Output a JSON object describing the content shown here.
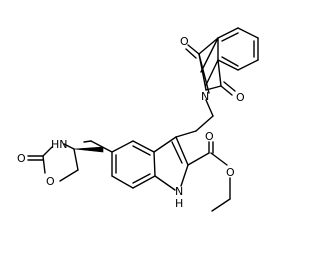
{
  "diagram": {
    "type": "chemical-structure",
    "atom_labels": {
      "imide_o_top": "O",
      "imide_o_bottom": "O",
      "imide_n": "N",
      "oxaz_nh": "HN",
      "oxaz_o_carbonyl": "O",
      "oxaz_o_ring": "O",
      "ester_o_carbonyl": "O",
      "ester_o_alkoxy": "O",
      "indole_n": "N",
      "indole_h": "H"
    }
  }
}
